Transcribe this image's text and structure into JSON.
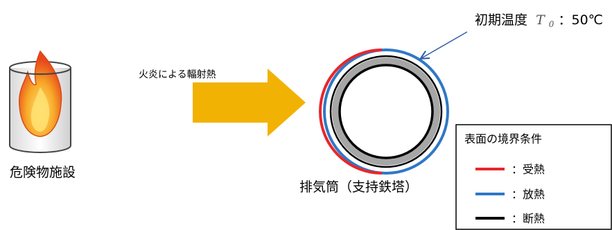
{
  "facility": {
    "label": "危険物施設",
    "icon": "fire-in-tank-icon"
  },
  "radiation": {
    "label": "火炎による輻射熱",
    "arrow_color": "#F2B203",
    "icon": "radiant-heat-arrow-icon"
  },
  "stack": {
    "label": "排気筒（支持鉄塔）",
    "wall_color": "#A6A6A6"
  },
  "initial_temperature": {
    "label": "初期温度",
    "symbol": "T",
    "subscript": "0",
    "value": "：50℃"
  },
  "legend": {
    "title": "表面の境界条件",
    "items": [
      {
        "color": "#E8262C",
        "label": "：受熱"
      },
      {
        "color": "#2F78C5",
        "label": "：放熱"
      },
      {
        "color": "#000000",
        "label": "：断熱"
      }
    ]
  },
  "colors": {
    "flame_outer": "#F5A623",
    "flame_inner": "#FFD23F",
    "flame_red": "#E53E1D",
    "pointer": "#2F5FA8"
  }
}
